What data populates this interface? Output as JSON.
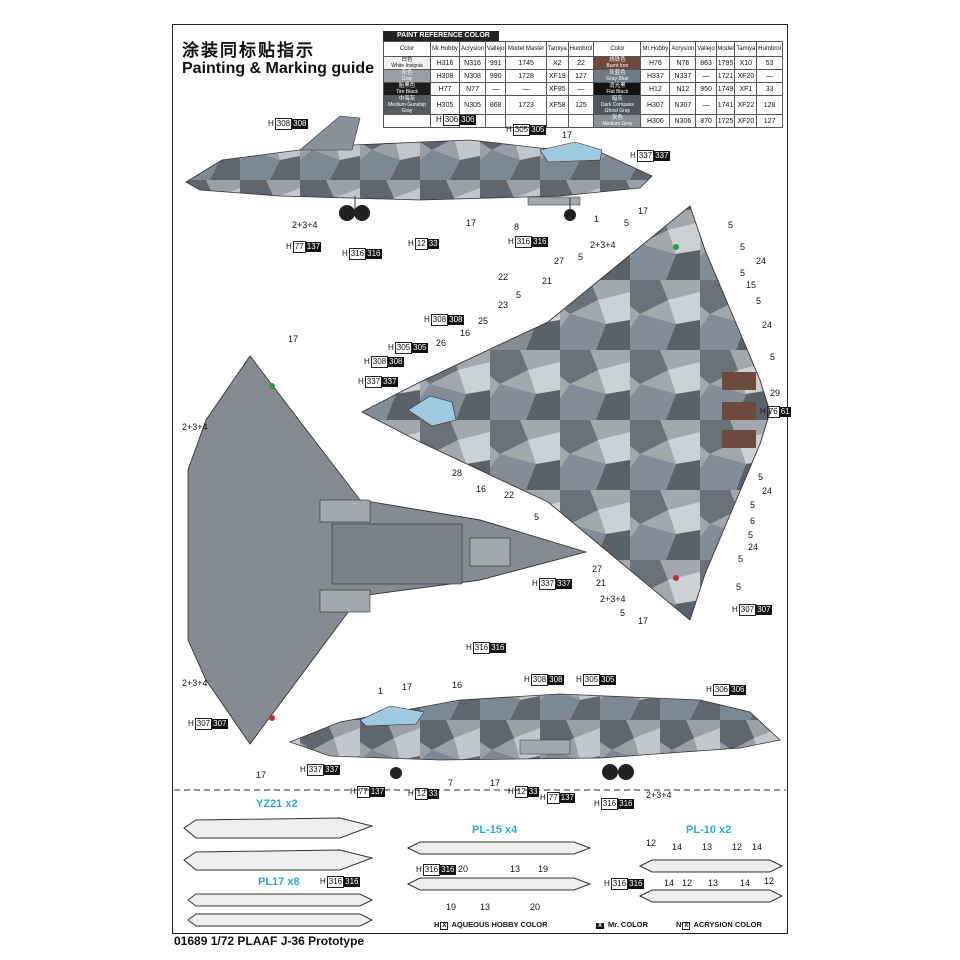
{
  "title_cn": "涂装同标贴指示",
  "title_en": "Painting & Marking guide",
  "table": {
    "caption": "PAINT REFERENCE COLOR",
    "headers": [
      "Color",
      "Mr.Hobby",
      "Acrysion",
      "Vallejo",
      "Model Master",
      "Tamiya",
      "Humbrol",
      "Color",
      "Mr.Hobby",
      "Acrysion",
      "Vallejo",
      "Model",
      "Tamiya",
      "Humbrol"
    ],
    "rows": [
      [
        {
          "cn": "白色",
          "en": "White Insignia",
          "bg": "#f2f2f2",
          "fg": "#111"
        },
        "H316",
        "N316",
        "991",
        "1745",
        "X2",
        "22",
        {
          "cn": "烧铁色",
          "en": "Burnt Iron",
          "bg": "#6e4a3c",
          "fg": "#fff"
        },
        "H76",
        "N76",
        "863",
        "1795",
        "X10",
        "53"
      ],
      [
        {
          "cn": "灰色",
          "en": "Gray",
          "bg": "#9a9ea2",
          "fg": "#fff"
        },
        "H308",
        "N308",
        "990",
        "1728",
        "XF19",
        "127",
        {
          "cn": "灰蓝色",
          "en": "Gray Blue",
          "bg": "#6f7c86",
          "fg": "#fff"
        },
        "H337",
        "N337",
        "—",
        "1721",
        "XF20",
        "—"
      ],
      [
        {
          "cn": "胎黑色",
          "en": "Tire Black",
          "bg": "#1c1c1c",
          "fg": "#fff"
        },
        "H77",
        "N77",
        "—",
        "—",
        "XF85",
        "—",
        {
          "cn": "消光黑",
          "en": "Flat Black",
          "bg": "#111111",
          "fg": "#fff"
        },
        "H12",
        "N12",
        "950",
        "1749",
        "XF1",
        "33"
      ],
      [
        {
          "cn": "中海灰",
          "en": "Medium Gunship Gray",
          "bg": "#555b61",
          "fg": "#fff"
        },
        "H305",
        "N305",
        "868",
        "1723",
        "XF58",
        "125",
        {
          "cn": "暗灰",
          "en": "Dark Compass Ghost Gray",
          "bg": "#4d545a",
          "fg": "#fff"
        },
        "H307",
        "N307",
        "—",
        "1741",
        "XF22",
        "128"
      ],
      [
        null,
        "",
        "",
        "",
        "",
        "",
        "",
        {
          "cn": "灰色",
          "en": "Medium Grey",
          "bg": "#8a9097",
          "fg": "#fff"
        },
        "H306",
        "N306",
        "870",
        "1725",
        "XF20",
        "127"
      ]
    ]
  },
  "callouts": {
    "c17": "17",
    "c1": "1",
    "c8": "8",
    "c5": "5",
    "c24": "24",
    "c15": "15",
    "c22": "22",
    "c21": "21",
    "c27": "27",
    "c23": "23",
    "c25": "25",
    "c16": "16",
    "c26": "26",
    "c29": "29",
    "c6": "6",
    "c28": "28",
    "c7": "7",
    "c234": "2+3+4",
    "c12": "12",
    "c13": "13",
    "c14": "14",
    "c19": "19",
    "c20": "20"
  },
  "codes": {
    "h308": [
      "H",
      "308",
      "308"
    ],
    "h306": [
      "H",
      "306",
      "306"
    ],
    "h305": [
      "H",
      "305",
      "305"
    ],
    "h337": [
      "H",
      "337",
      "337"
    ],
    "h77": [
      "H",
      "77",
      "137"
    ],
    "h316": [
      "H",
      "316",
      "316"
    ],
    "h12": [
      "H",
      "12",
      "33"
    ],
    "h76": [
      "H",
      "76",
      "61"
    ],
    "h307": [
      "H",
      "307",
      "307"
    ]
  },
  "weapons": {
    "yz21": "YZ21 x2",
    "pl15": "PL-15 x4",
    "pl10": "PL-10 x2",
    "pl17": "PL17 x8"
  },
  "legend": {
    "h": "H",
    "h_box": "X",
    "aqueous": "AQUEOUS HOBBY COLOR",
    "mr_box": "X",
    "mr": "Mr. COLOR",
    "n": "N",
    "n_box": "X",
    "acrysion": "ACRYSION COLOR"
  },
  "footer": "01689 1/72 PLAAF J-36 Prototype",
  "colors": {
    "lightgrey": "#b9bec3",
    "midgrey": "#8b9198",
    "darkgrey": "#5f666d",
    "bluegrey": "#7c8894",
    "burnt": "#6e4a3c",
    "canopy": "#9ec9df",
    "accent_text": "#2aa9d8"
  }
}
